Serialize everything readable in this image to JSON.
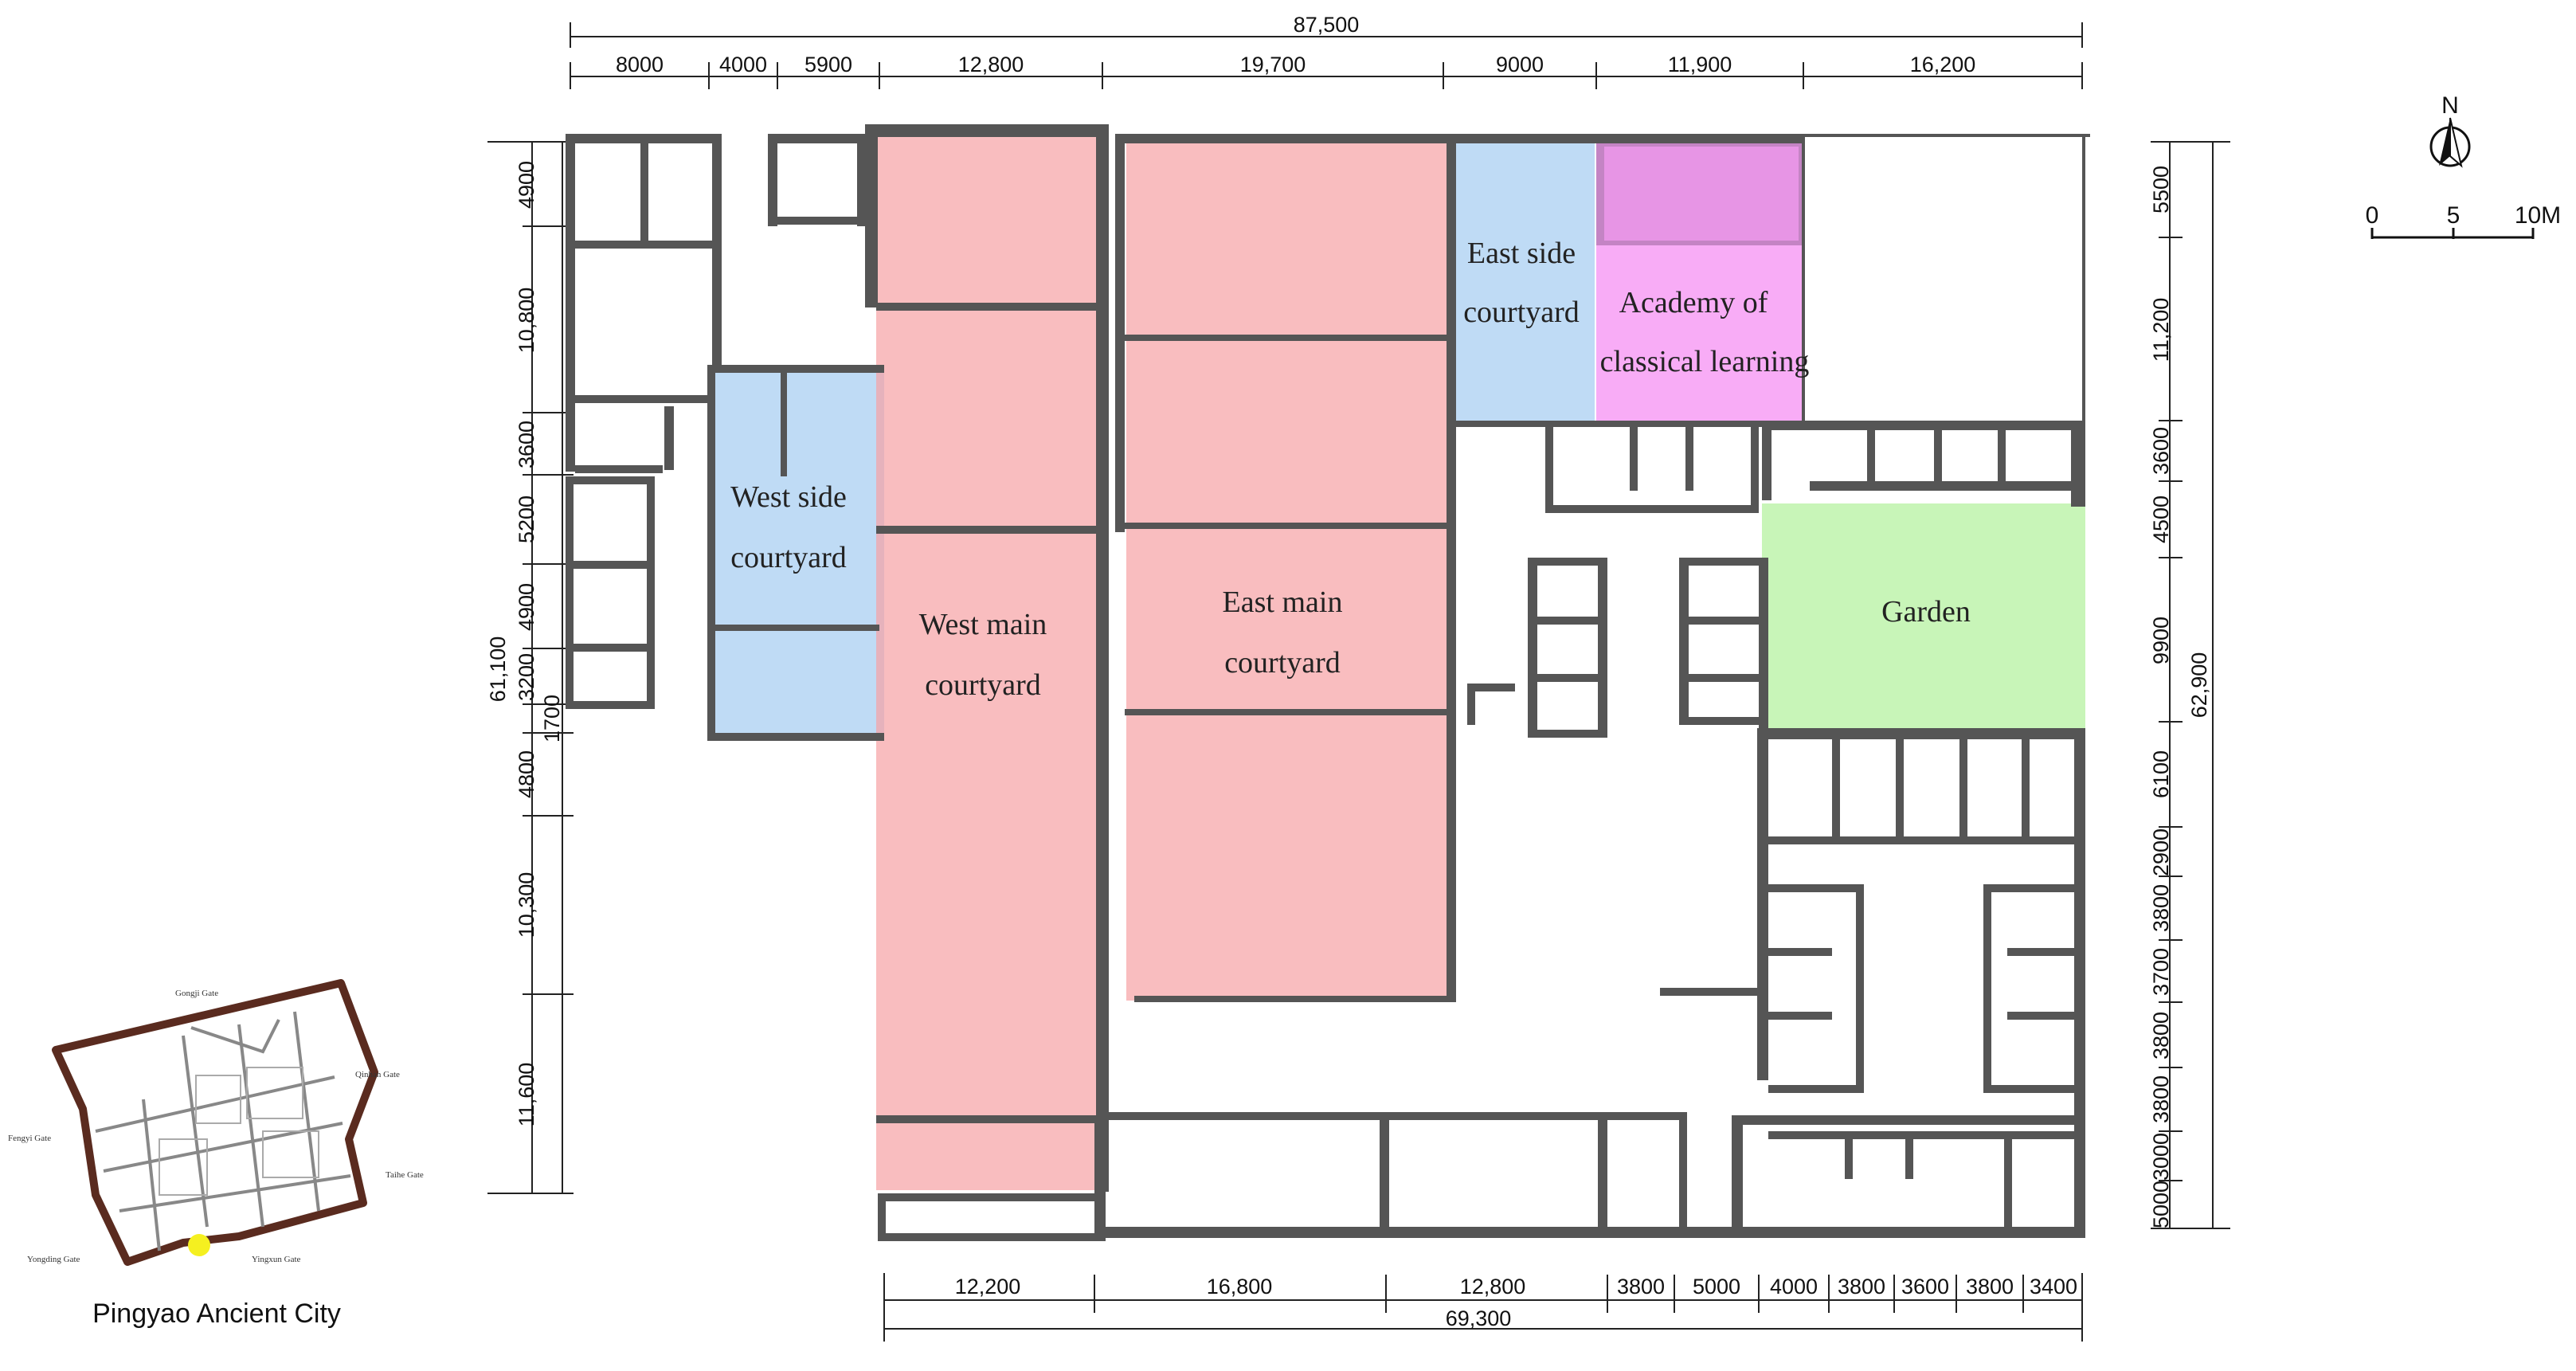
{
  "top_dims": {
    "total": "87,500",
    "segments": [
      "8000",
      "4000",
      "5900",
      "12,800",
      "19,700",
      "9000",
      "11,900",
      "16,200"
    ]
  },
  "bottom_dims": {
    "total": "69,300",
    "segments": [
      "12,200",
      "16,800",
      "12,800",
      "3800",
      "5000",
      "4000",
      "3800",
      "3600",
      "3800",
      "3400"
    ]
  },
  "left_dims": {
    "total": "61,100",
    "segments": [
      "4900",
      "10,800",
      "3600",
      "5200",
      "4900",
      "3200",
      "1700",
      "4800",
      "10,300",
      "11,600"
    ]
  },
  "right_dims": {
    "total": "62,900",
    "segments": [
      "5500",
      "11,200",
      "3600",
      "4500",
      "9900",
      "6100",
      "2900",
      "3800",
      "3700",
      "3800",
      "3800",
      "3000",
      "5000"
    ]
  },
  "zones": {
    "west_side": [
      "West side",
      "courtyard"
    ],
    "west_main": [
      "West main",
      "courtyard"
    ],
    "east_main": [
      "East main",
      "courtyard"
    ],
    "east_side": [
      "East side",
      "courtyard"
    ],
    "academy": [
      "Academy of",
      "classical learning"
    ],
    "garden": "Garden"
  },
  "zone_colors": {
    "pink": "#f7a1a4",
    "blue": "#a9cff2",
    "magenta": "#f79df4",
    "purple": "#b565b5",
    "green": "#c8f5b8"
  },
  "north": {
    "letter": "N",
    "icon": "north-arrow-icon"
  },
  "scale_bar": {
    "labels": [
      "0",
      "5",
      "10M"
    ]
  },
  "inset": {
    "title": "Pingyao Ancient City",
    "gates": [
      "Gongji Gate",
      "Qinhan Gate",
      "Fengyi Gate",
      "Taihe Gate",
      "Yongding Gate",
      "Yingxun Gate"
    ],
    "marker_color": "#f5f020"
  }
}
